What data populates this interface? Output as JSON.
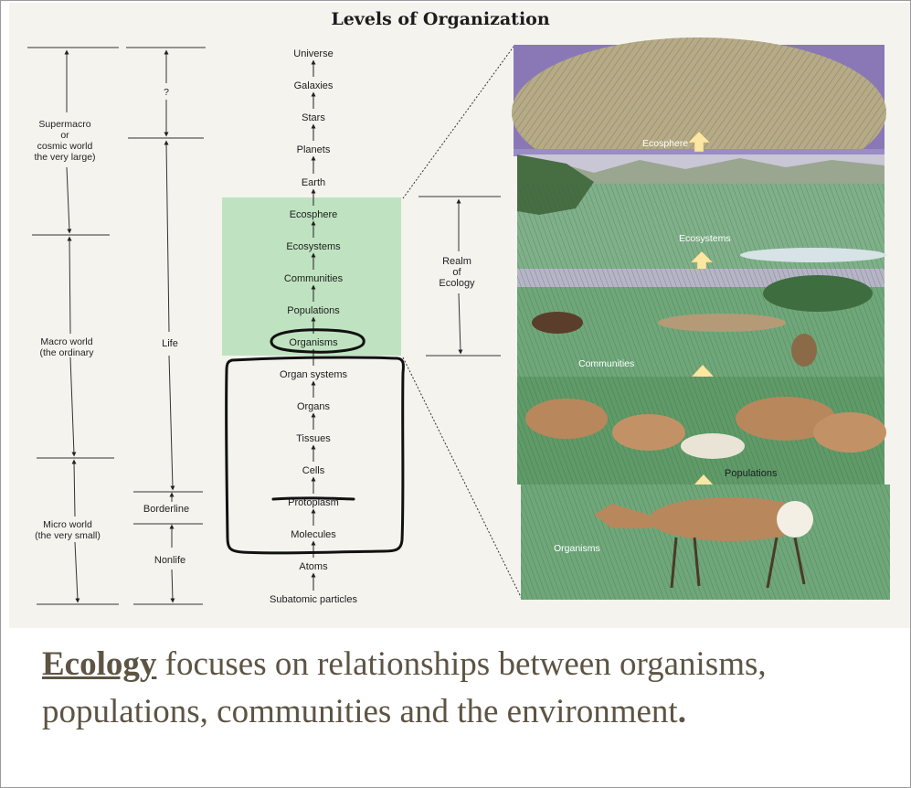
{
  "figure": {
    "title": "Levels of Organization",
    "scale_labels": {
      "supermacro": [
        "Supermacro",
        "or",
        "cosmic world",
        "the very large)"
      ],
      "macro": [
        "Macro world",
        "(the ordinary"
      ],
      "micro": [
        "Micro world",
        "(the very small)"
      ]
    },
    "life_labels": {
      "unknown": "?",
      "life": "Life",
      "borderline": "Borderline",
      "nonlife": "Nonlife"
    },
    "levels": [
      "Universe",
      "Galaxies",
      "Stars",
      "Planets",
      "Earth",
      "Ecosphere",
      "Ecosystems",
      "Communities",
      "Populations",
      "Organisms",
      "Organ systems",
      "Organs",
      "Tissues",
      "Cells",
      "Protoplasm",
      "Molecules",
      "Atoms",
      "Subatomic particles"
    ],
    "realm_label": [
      "Realm",
      "of",
      "Ecology"
    ],
    "panels": [
      "Ecosphere",
      "Ecosystems",
      "Communities",
      "Populations",
      "Organisms"
    ],
    "colors": {
      "ecology_highlight": "#bfe3c1",
      "annotation_ink": "#111111",
      "arrow_fill": "#fbe6a2",
      "sky_purple": "#8a78b6",
      "grass_green": "#6fa77a"
    }
  },
  "caption": {
    "keyword": "Ecology",
    "text_line1": " focuses on relationships between organisms,",
    "text_line2": "populations, communities and the environment",
    "end": "."
  }
}
